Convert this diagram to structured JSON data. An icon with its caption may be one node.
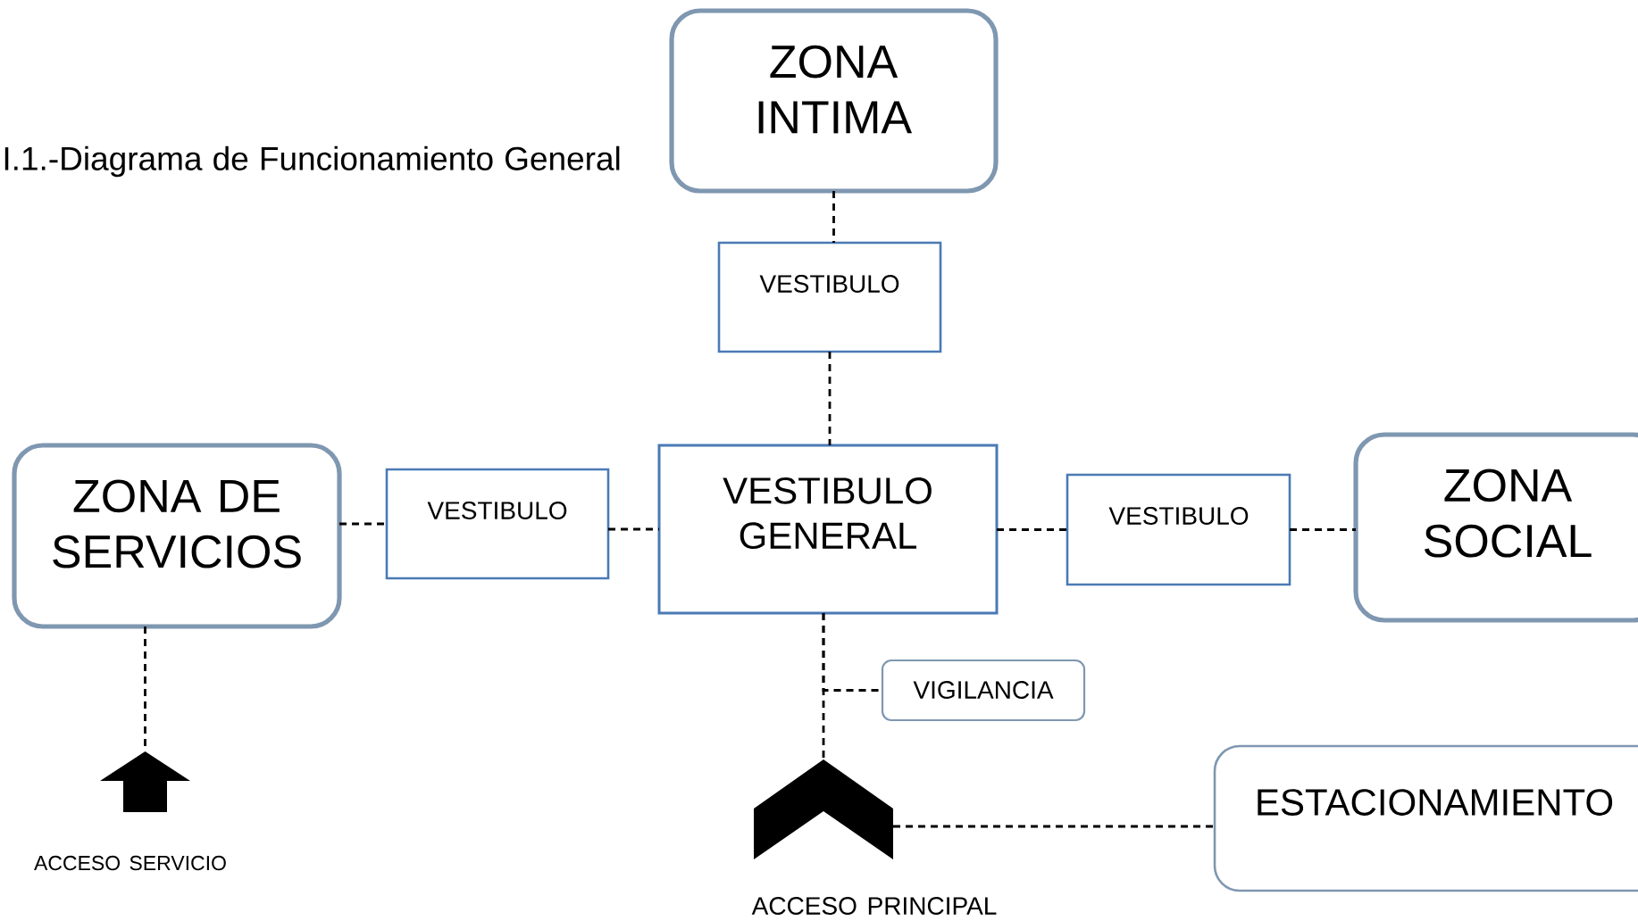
{
  "diagram": {
    "title": "I.1.-Diagrama de Funcionamiento General",
    "nodes": [
      {
        "text": [
          "ZONA INTIMA"
        ]
      },
      {
        "text": [
          "VESTIBULO"
        ]
      },
      {
        "text": [
          "ZONA DE SERVICIOS"
        ]
      },
      {
        "text": [
          "VESTIBULO"
        ]
      },
      {
        "text": [
          "VESTIBULO GENERAL"
        ]
      },
      {
        "text": [
          "VESTIBULO"
        ]
      },
      {
        "text": [
          "ZONA SOCIAL"
        ]
      },
      {
        "text": [
          "VIGILANCIA"
        ]
      },
      {
        "text": [
          "ESTACIONAMIENTO"
        ]
      },
      {
        "text": [],
        "shape": "arrow",
        "beside": [
          "ACCESO SERVICIO"
        ]
      },
      {
        "text": [],
        "shape": "chevron",
        "beside": [
          "ACCESO PRINCIPAL"
        ]
      }
    ],
    "edges": [
      {
        "from": 0,
        "to": 1,
        "arrow": "none",
        "style": "dashed"
      },
      {
        "from": 1,
        "to": 4,
        "arrow": "none",
        "style": "dashed"
      },
      {
        "from": 2,
        "to": 3,
        "arrow": "none",
        "style": "dashed"
      },
      {
        "from": 3,
        "to": 4,
        "arrow": "none",
        "style": "dashed"
      },
      {
        "from": 4,
        "to": 5,
        "arrow": "none",
        "style": "dashed"
      },
      {
        "from": 5,
        "to": 6,
        "arrow": "none",
        "style": "dashed"
      },
      {
        "from": 4,
        "to": 7,
        "arrow": "none",
        "style": "dashed"
      },
      {
        "from": 4,
        "to": 10,
        "arrow": "none",
        "style": "dashed"
      },
      {
        "from": 2,
        "to": 9,
        "arrow": "none",
        "style": "dashed"
      },
      {
        "from": 10,
        "to": 8,
        "arrow": "none",
        "style": "dashed"
      }
    ]
  }
}
